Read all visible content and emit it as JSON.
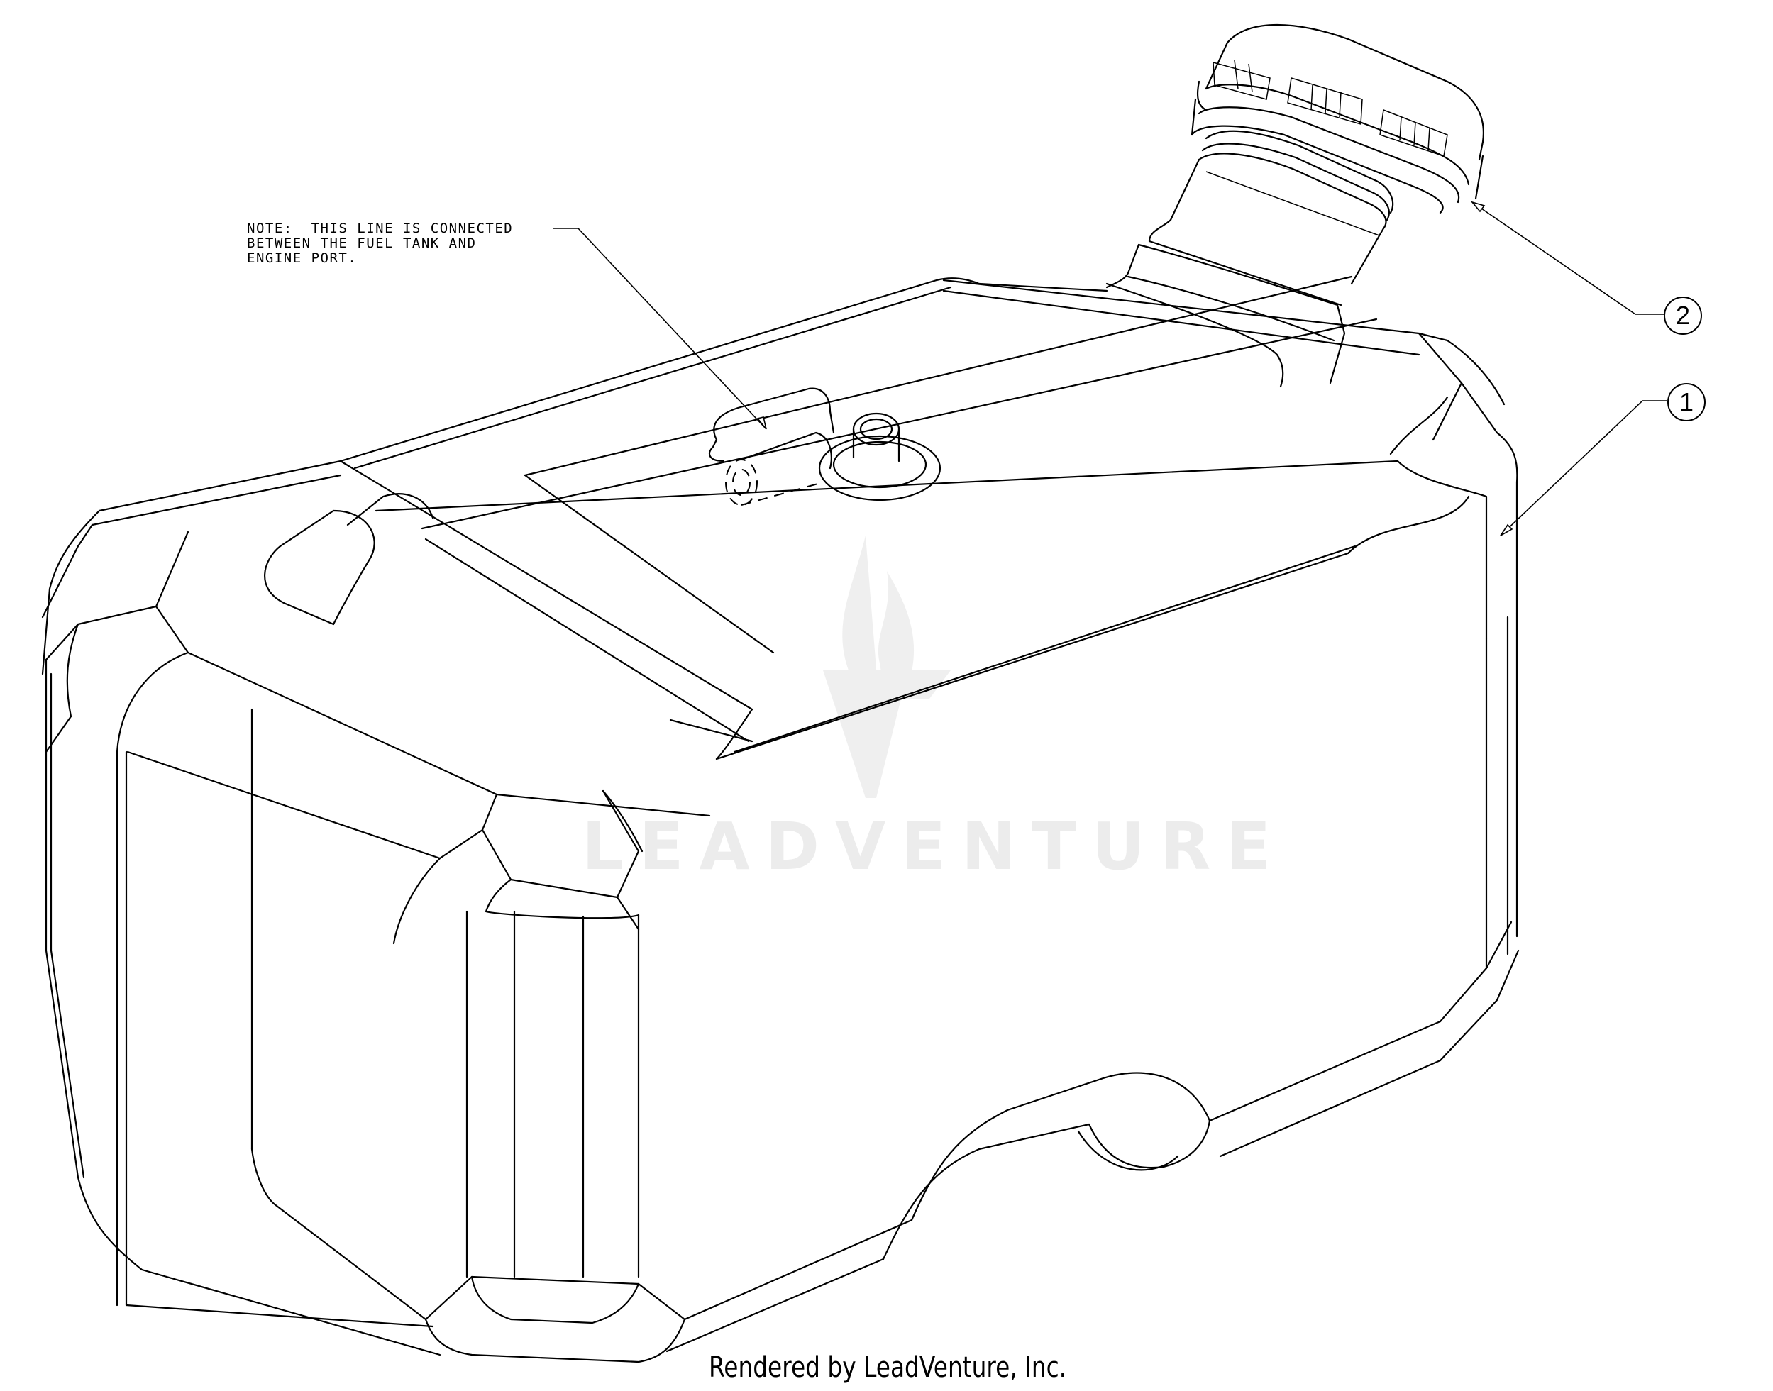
{
  "diagram": {
    "title": "Fuel tank assembly parts diagram",
    "note": {
      "line1": "NOTE:  THIS LINE IS CONNECTED",
      "line2": "BETWEEN THE FUEL TANK AND",
      "line3": "ENGINE PORT."
    },
    "callouts": [
      {
        "number": "1",
        "part": "fuel-tank"
      },
      {
        "number": "2",
        "part": "fuel-cap"
      }
    ],
    "watermark": {
      "text": "LEADVENTURE",
      "logo": "flame-v-logo-icon",
      "color": "#ececec"
    },
    "footer": "Rendered by LeadVenture, Inc."
  }
}
